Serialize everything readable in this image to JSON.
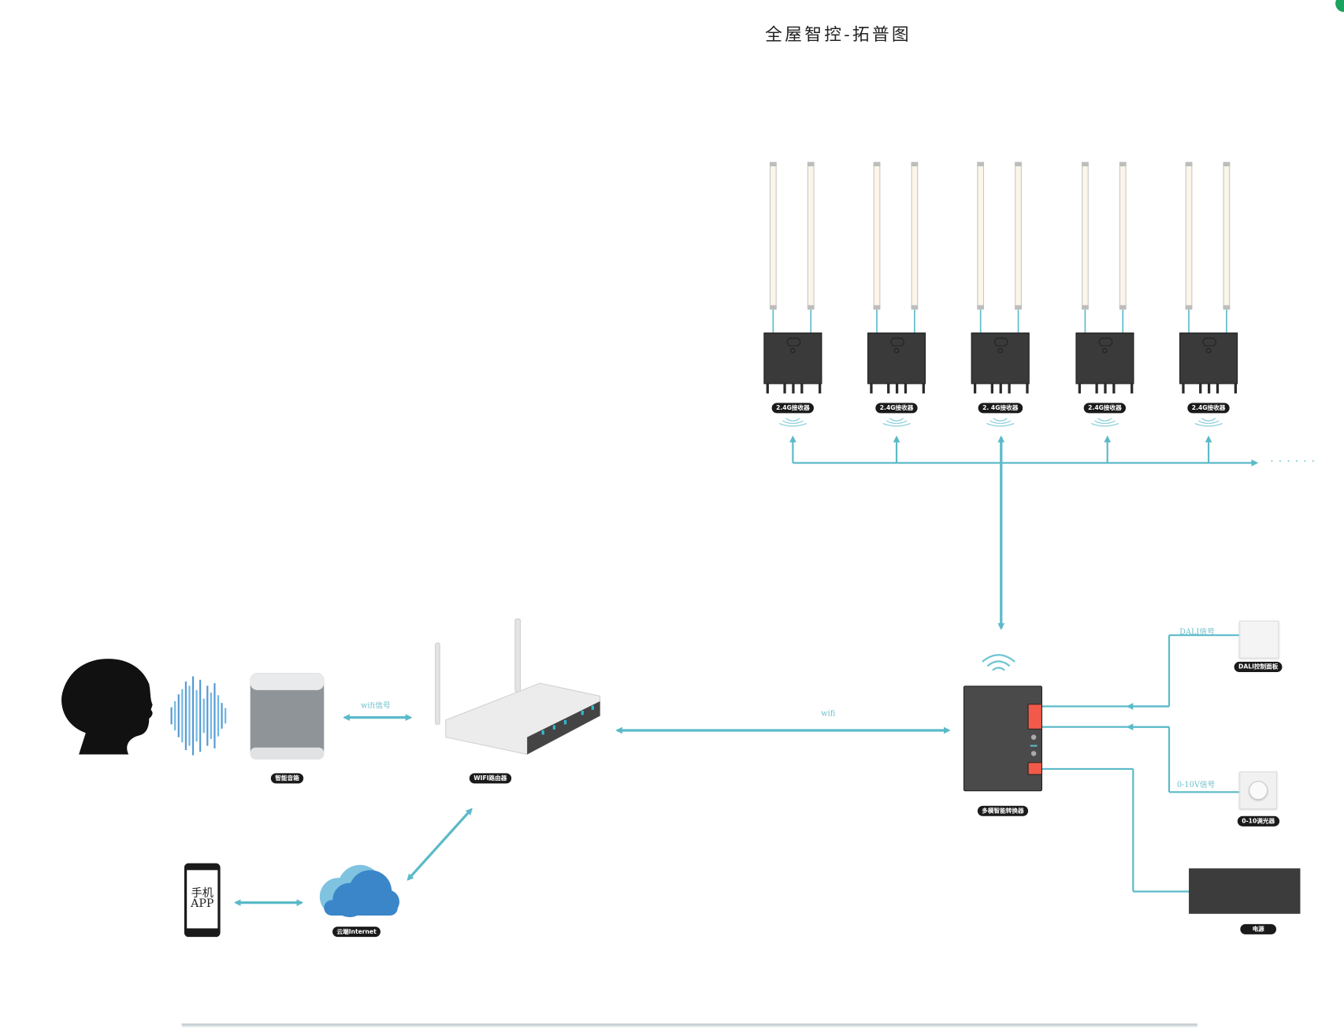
{
  "title": "全屋智控-拓普图",
  "colors": {
    "line": "#5bbac9",
    "device_dark": "#3a3a3a",
    "terminal": "#f15a4a",
    "cloud": "#3a86c8",
    "cloud_light": "#7fc3e0",
    "pill_bg": "#1a1a1a"
  },
  "receivers": [
    {
      "label": "2.4G接收器"
    },
    {
      "label": "2.4G接收器"
    },
    {
      "label": "2. 4G接收器"
    },
    {
      "label": "2.4G接收器"
    },
    {
      "label": "2.4G接收器"
    }
  ],
  "continuation": "· · · · · ·",
  "devices": {
    "speaker": {
      "label": "智能音箱"
    },
    "router": {
      "label": "WIFI路由器"
    },
    "cloud": {
      "label": "云端Internet"
    },
    "phone": {
      "label": "手机 APP",
      "line1": "手机",
      "line2": "APP"
    },
    "converter": {
      "label": "多模智能转换器"
    },
    "dali_panel": {
      "label": "DALI控制面板"
    },
    "dimmer": {
      "label": "0-10调光器"
    },
    "power": {
      "label": "电源"
    }
  },
  "signals": {
    "speaker_router": "wifi信号",
    "router_converter": "wifi",
    "dali": "DALI信号",
    "zero_ten": "0-10V信号"
  }
}
